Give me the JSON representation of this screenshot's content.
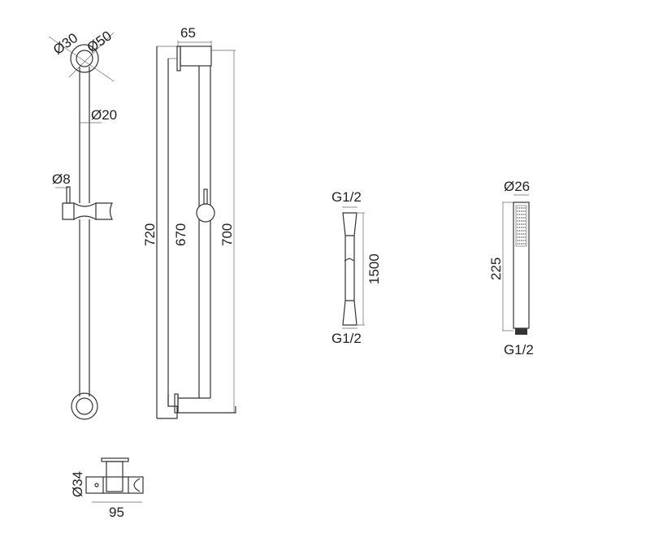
{
  "rail_top_view": {
    "outer_diameter": "Ø50",
    "inner_diameter": "Ø30",
    "pipe_diameter": "Ø20",
    "pin_diameter": "Ø8"
  },
  "rail_side_view": {
    "depth": "65",
    "total_height": "720",
    "inner_height": "670",
    "center_height": "700"
  },
  "hose": {
    "top_connector": "G1/2",
    "bottom_connector": "G1/2",
    "length": "1500"
  },
  "hand_shower": {
    "diameter": "Ø26",
    "length": "225",
    "connector": "G1/2"
  },
  "slider_bracket": {
    "diameter": "Ø34",
    "width": "95"
  }
}
